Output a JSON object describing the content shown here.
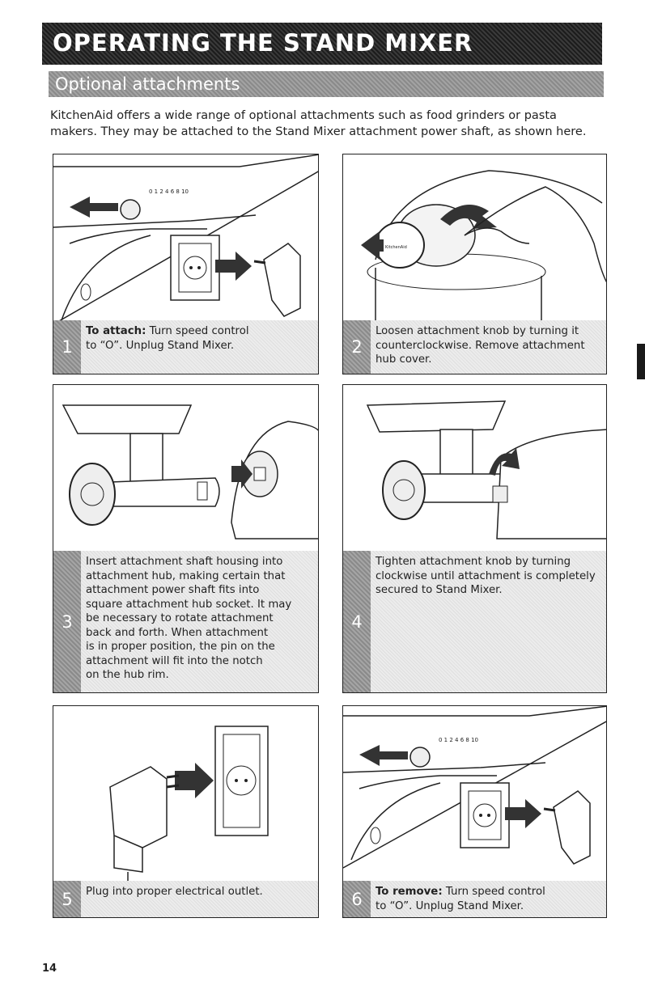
{
  "header": {
    "title": "OPERATING THE STAND MIXER",
    "section": "Optional attachments"
  },
  "intro": {
    "line1": "KitchenAid offers a wide range of optional attachments such as food grinders or pasta",
    "line2": "makers. They may be attached to the Stand Mixer attachment power shaft, as shown here."
  },
  "steps": [
    {
      "num": "1",
      "bold": "To attach:",
      "lines": [
        " Turn speed control",
        "to “O”. Unplug Stand Mixer."
      ]
    },
    {
      "num": "2",
      "lines": [
        "Loosen attachment knob by turning it",
        "counterclockwise. Remove attachment",
        "hub cover."
      ]
    },
    {
      "num": "3",
      "lines": [
        "Insert attachment shaft housing into",
        "attachment hub, making certain that",
        "attachment power shaft fits into",
        "square attachment hub socket. It may",
        "be necessary to rotate attachment",
        "back and forth. When attachment",
        "is in proper position, the pin on the",
        "attachment will fit into the notch",
        "on the hub rim."
      ]
    },
    {
      "num": "4",
      "lines": [
        "Tighten attachment knob by turning",
        "clockwise until attachment is completely",
        "secured to Stand Mixer."
      ]
    },
    {
      "num": "5",
      "lines": [
        "Plug into proper electrical outlet."
      ]
    },
    {
      "num": "6",
      "bold": "To remove:",
      "lines": [
        " Turn speed control",
        "to “O”. Unplug Stand Mixer."
      ]
    }
  ],
  "illustration_labels": {
    "speed_scale": "0 1 2 4 6 8 10",
    "brand_mark": "KitchenAid"
  },
  "page_number": "14"
}
